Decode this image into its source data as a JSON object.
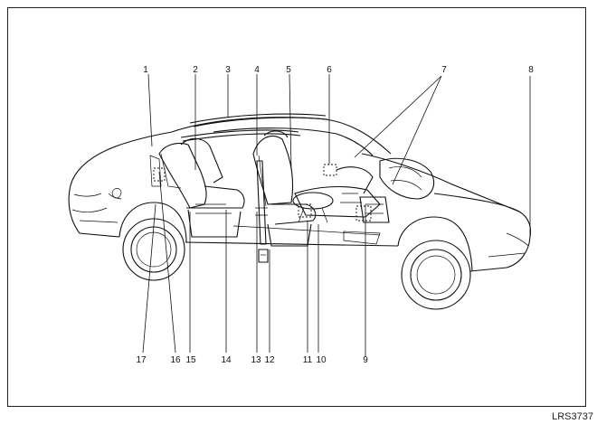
{
  "figure_code": "LRS3737",
  "callouts": [
    {
      "id": "c1",
      "label": "1"
    },
    {
      "id": "c2",
      "label": "2"
    },
    {
      "id": "c3",
      "label": "3"
    },
    {
      "id": "c4",
      "label": "4"
    },
    {
      "id": "c5",
      "label": "5"
    },
    {
      "id": "c6",
      "label": "6"
    },
    {
      "id": "c7",
      "label": "7"
    },
    {
      "id": "c8",
      "label": "8"
    },
    {
      "id": "c9",
      "label": "9"
    },
    {
      "id": "c10",
      "label": "10"
    },
    {
      "id": "c11",
      "label": "11"
    },
    {
      "id": "c12",
      "label": "12"
    },
    {
      "id": "c13",
      "label": "13"
    },
    {
      "id": "c14",
      "label": "14"
    },
    {
      "id": "c15",
      "label": "15"
    },
    {
      "id": "c16",
      "label": "16"
    },
    {
      "id": "c17",
      "label": "17"
    }
  ],
  "colors": {
    "line": "#111111",
    "background": "#ffffff"
  }
}
